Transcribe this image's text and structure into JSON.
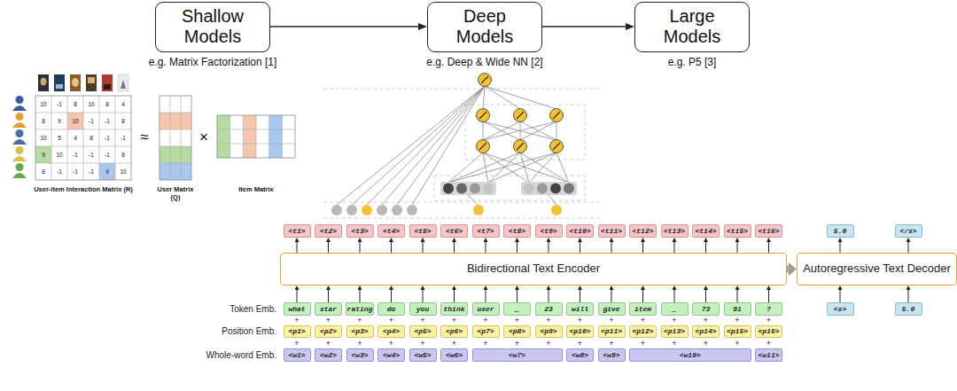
{
  "diagram": {
    "nodes": [
      {
        "text": [
          "Shallow Models"
        ]
      },
      {
        "text": [
          "Deep Models"
        ]
      },
      {
        "text": [
          "Large Models"
        ]
      },
      {
        "text": [
          "<t1>"
        ]
      },
      {
        "text": [
          "<t2>"
        ]
      },
      {
        "text": [
          "<t3>"
        ]
      },
      {
        "text": [
          "<t4>"
        ]
      },
      {
        "text": [
          "<t5>"
        ]
      },
      {
        "text": [
          "<t6>"
        ]
      },
      {
        "text": [
          "<t7>"
        ]
      },
      {
        "text": [
          "<t8>"
        ]
      },
      {
        "text": [
          "<t9>"
        ]
      },
      {
        "text": [
          "<t10>"
        ]
      },
      {
        "text": [
          "<t11>"
        ]
      },
      {
        "text": [
          "<t12>"
        ]
      },
      {
        "text": [
          "<t13>"
        ]
      },
      {
        "text": [
          "<t14>"
        ]
      },
      {
        "text": [
          "<t15>"
        ]
      },
      {
        "text": [
          "<t16>"
        ]
      },
      {
        "text": [
          "5.0"
        ]
      },
      {
        "text": [
          "</s>"
        ]
      },
      {
        "text": [
          "Bidirectional Text Encoder"
        ]
      },
      {
        "text": [
          "Autoregressive Text Decoder"
        ]
      },
      {
        "text": [
          "what"
        ]
      },
      {
        "text": [
          "star"
        ]
      },
      {
        "text": [
          "rating"
        ]
      },
      {
        "text": [
          "do"
        ]
      },
      {
        "text": [
          "you"
        ]
      },
      {
        "text": [
          "think"
        ]
      },
      {
        "text": [
          "user"
        ]
      },
      {
        "text": [
          "_"
        ]
      },
      {
        "text": [
          "23"
        ]
      },
      {
        "text": [
          "will"
        ]
      },
      {
        "text": [
          "give"
        ]
      },
      {
        "text": [
          "item"
        ]
      },
      {
        "text": [
          "_"
        ]
      },
      {
        "text": [
          "73"
        ]
      },
      {
        "text": [
          "91"
        ]
      },
      {
        "text": [
          "?"
        ]
      },
      {
        "text": [
          "<s>"
        ]
      },
      {
        "text": [
          "5.0"
        ]
      },
      {
        "text": [
          "<p1>"
        ]
      },
      {
        "text": [
          "<p2>"
        ]
      },
      {
        "text": [
          "<p3>"
        ]
      },
      {
        "text": [
          "<p4>"
        ]
      },
      {
        "text": [
          "<p5>"
        ]
      },
      {
        "text": [
          "<p6>"
        ]
      },
      {
        "text": [
          "<p7>"
        ]
      },
      {
        "text": [
          "<p8>"
        ]
      },
      {
        "text": [
          "<p9>"
        ]
      },
      {
        "text": [
          "<p10>"
        ]
      },
      {
        "text": [
          "<p11>"
        ]
      },
      {
        "text": [
          "<p12>"
        ]
      },
      {
        "text": [
          "<p13>"
        ]
      },
      {
        "text": [
          "<p14>"
        ]
      },
      {
        "text": [
          "<p15>"
        ]
      },
      {
        "text": [
          "<p16>"
        ]
      },
      {
        "text": [
          "<w1>"
        ]
      },
      {
        "text": [
          "<w2>"
        ]
      },
      {
        "text": [
          "<w3>"
        ]
      },
      {
        "text": [
          "<w4>"
        ]
      },
      {
        "text": [
          "<w5>"
        ]
      },
      {
        "text": [
          "<w6>"
        ]
      },
      {
        "text": [
          "<w7>"
        ]
      },
      {
        "text": [
          "<w8>"
        ]
      },
      {
        "text": [
          "<w9>"
        ]
      },
      {
        "text": [
          "<w10>"
        ]
      },
      {
        "text": [
          "<w11>"
        ]
      }
    ],
    "edges": [
      {
        "from": 0,
        "to": 1,
        "arrow": "to"
      },
      {
        "from": 1,
        "to": 2,
        "arrow": "to"
      },
      {
        "from": 23,
        "to": 21,
        "arrow": "to"
      },
      {
        "from": 24,
        "to": 21,
        "arrow": "to"
      },
      {
        "from": 25,
        "to": 21,
        "arrow": "to"
      },
      {
        "from": 26,
        "to": 21,
        "arrow": "to"
      },
      {
        "from": 27,
        "to": 21,
        "arrow": "to"
      },
      {
        "from": 28,
        "to": 21,
        "arrow": "to"
      },
      {
        "from": 29,
        "to": 21,
        "arrow": "to"
      },
      {
        "from": 30,
        "to": 21,
        "arrow": "to"
      },
      {
        "from": 31,
        "to": 21,
        "arrow": "to"
      },
      {
        "from": 32,
        "to": 21,
        "arrow": "to"
      },
      {
        "from": 33,
        "to": 21,
        "arrow": "to"
      },
      {
        "from": 34,
        "to": 21,
        "arrow": "to"
      },
      {
        "from": 35,
        "to": 21,
        "arrow": "to"
      },
      {
        "from": 36,
        "to": 21,
        "arrow": "to"
      },
      {
        "from": 37,
        "to": 21,
        "arrow": "to"
      },
      {
        "from": 38,
        "to": 21,
        "arrow": "to"
      },
      {
        "from": 21,
        "to": 3,
        "arrow": "to"
      },
      {
        "from": 21,
        "to": 4,
        "arrow": "to"
      },
      {
        "from": 21,
        "to": 5,
        "arrow": "to"
      },
      {
        "from": 21,
        "to": 6,
        "arrow": "to"
      },
      {
        "from": 21,
        "to": 7,
        "arrow": "to"
      },
      {
        "from": 21,
        "to": 8,
        "arrow": "to"
      },
      {
        "from": 21,
        "to": 9,
        "arrow": "to"
      },
      {
        "from": 21,
        "to": 10,
        "arrow": "to"
      },
      {
        "from": 21,
        "to": 11,
        "arrow": "to"
      },
      {
        "from": 21,
        "to": 12,
        "arrow": "to"
      },
      {
        "from": 21,
        "to": 13,
        "arrow": "to"
      },
      {
        "from": 21,
        "to": 14,
        "arrow": "to"
      },
      {
        "from": 21,
        "to": 15,
        "arrow": "to"
      },
      {
        "from": 21,
        "to": 16,
        "arrow": "to"
      },
      {
        "from": 21,
        "to": 17,
        "arrow": "to"
      },
      {
        "from": 21,
        "to": 18,
        "arrow": "to"
      },
      {
        "from": 21,
        "to": 22,
        "arrow": "to"
      },
      {
        "from": 22,
        "to": 19,
        "arrow": "to"
      },
      {
        "from": 22,
        "to": 20,
        "arrow": "to"
      },
      {
        "from": 39,
        "to": 22,
        "arrow": "to"
      },
      {
        "from": 40,
        "to": 22,
        "arrow": "to"
      }
    ],
    "labels": [
      "e.g. Matrix Factorization [1]",
      "e.g. Deep & Wide NN [2]",
      "e.g. P5 [3]",
      "10",
      "-1",
      "8",
      "10",
      "8",
      "4",
      "8",
      "9",
      "10",
      "-1",
      "-1",
      "8",
      "10",
      "5",
      "4",
      "8",
      "-1",
      "-1",
      "9",
      "10",
      "-1",
      "-1",
      "-1",
      "8",
      "8",
      "-1",
      "-1",
      "-1",
      "9",
      "10",
      "≈",
      "×",
      "User-item Interaction Matrix (R)",
      "User Matrix (Q)",
      "Item Matrix",
      "Token Emb.",
      "Position Emb.",
      "Whole-word Emb.",
      "+",
      "+",
      "+",
      "+",
      "+",
      "+",
      "+",
      "+",
      "+",
      "+",
      "+",
      "+",
      "+",
      "+",
      "+",
      "+",
      "+",
      "+",
      "+",
      "+",
      "+",
      "+",
      "+",
      "+",
      "+",
      "+",
      "+",
      "+",
      "+",
      "+",
      "+",
      "+"
    ]
  }
}
